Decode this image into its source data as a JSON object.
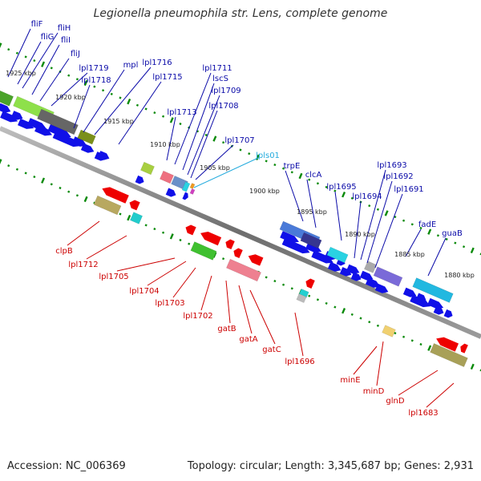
{
  "title": "Legionella pneumophila str. Lens, complete genome",
  "footer": {
    "accession": "Accession: NC_006369",
    "stats": "Topology: circular; Length: 3,345,687 bp; Genes: 2,931"
  },
  "colors": {
    "forward_label": "#0a0aa8",
    "reverse_label": "#cc0000",
    "rna_label": "#22aadd",
    "cds_forward": "#1010e8",
    "cds_reverse": "#ee0000",
    "backbone": "#7f7f7f",
    "tick": "#0a8a0a"
  },
  "ticks": [
    "1925 kbp",
    "1920 kbp",
    "1915 kbp",
    "1910 kbp",
    "1905 kbp",
    "1900 kbp",
    "1895 kbp",
    "1890 kbp",
    "1885 kbp",
    "1880 kbp"
  ],
  "forward_labels": [
    "fliF",
    "fliG",
    "fliH",
    "fliI",
    "fliJ",
    "lpl1719",
    "lpl1718",
    "mpl",
    "lpl1716",
    "lpl1715",
    "lpl1713",
    "lpl1711",
    "lscS",
    "lpl1709",
    "lpl1708",
    "lpl1707",
    "trpE",
    "clcA",
    "lpl1695",
    "lpl1694",
    "lpl1693",
    "lpl1692",
    "lpl1691",
    "fadE",
    "guaB"
  ],
  "rna_labels": [
    "lpls01"
  ],
  "reverse_labels": [
    "clpB",
    "lpl1712",
    "lpl1705",
    "lpl1704",
    "lpl1703",
    "lpl1702",
    "gatB",
    "gatA",
    "gatC",
    "lpl1696",
    "minE",
    "minD",
    "glnD",
    "lpl1683"
  ]
}
